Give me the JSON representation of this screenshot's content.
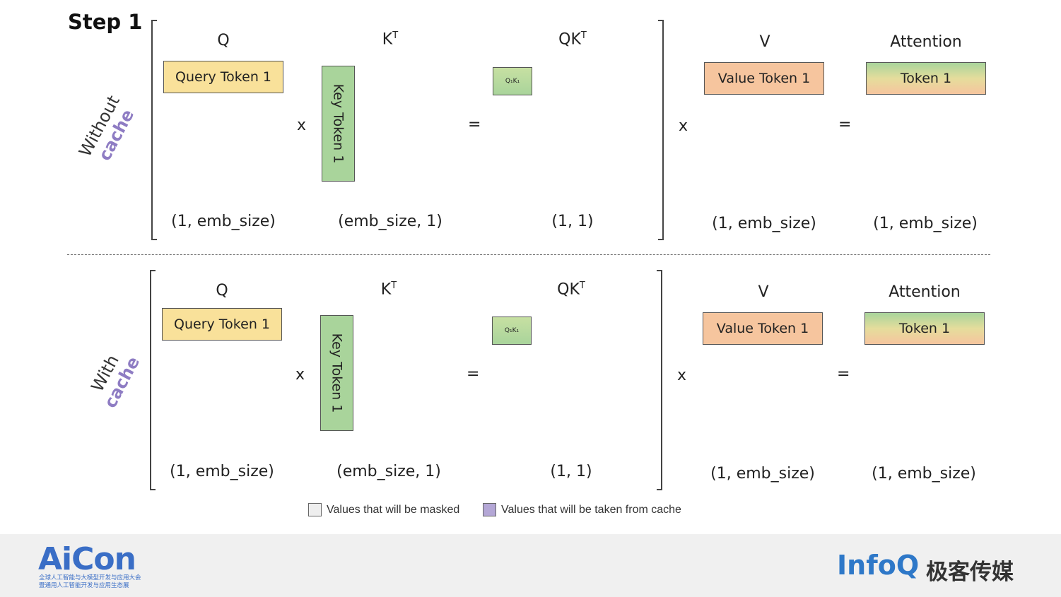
{
  "title": "Step 1",
  "sections": [
    {
      "id": "without",
      "side_line1": "Without",
      "side_line2": "cache"
    },
    {
      "id": "with",
      "side_line1": "With",
      "side_line2": "cache"
    }
  ],
  "labels": {
    "q": "Q",
    "k": "K",
    "k_sup": "T",
    "qk": "QK",
    "qk_sup": "T",
    "v": "V",
    "attention": "Attention"
  },
  "boxes": {
    "query": "Query Token 1",
    "key": "Key Token 1",
    "qk": "Q₁K₁",
    "value": "Value Token 1",
    "attention": "Token 1"
  },
  "dims": {
    "q": "(1, emb_size)",
    "k": "(emb_size, 1)",
    "qk": "(1, 1)",
    "v": "(1, emb_size)",
    "attention": "(1, emb_size)"
  },
  "operators": {
    "times": "x",
    "equals": "="
  },
  "legend": {
    "masked": "Values that will be masked",
    "cache": "Values that will be taken from cache"
  },
  "colors": {
    "query": "#f9e19a",
    "key": "#a9d49b",
    "value": "#f6c59e",
    "cache_accent": "#8e7cc3",
    "masked": "#eeeeee"
  },
  "footer": {
    "left_logo": "AiCon",
    "left_sub1": "全球人工智能与大模型开发与应用大会",
    "left_sub2": "暨通用人工智能开发与应用生态展",
    "right_logo": "InfoQ",
    "right_text": "极客传媒"
  }
}
